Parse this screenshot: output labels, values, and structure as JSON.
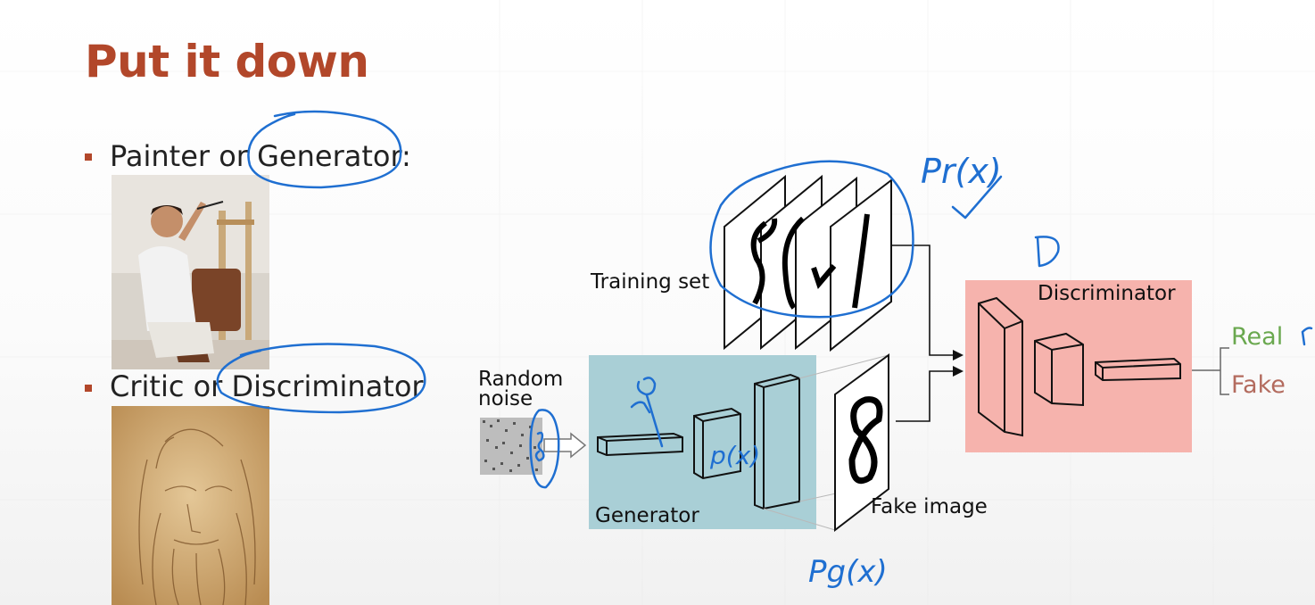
{
  "slide": {
    "title": "Put it down",
    "bullets": [
      {
        "text": "Painter or Generator:"
      },
      {
        "text": "Critic or Discriminator"
      }
    ],
    "accent_color": "#b2472a",
    "ink_color": "#1f6fd1"
  },
  "diagram": {
    "training_set_label": "Training set",
    "random_noise_label": "Random noise",
    "generator_label": "Generator",
    "fake_image_label": "Fake image",
    "discriminator_label": "Discriminator",
    "output_real": "Real",
    "output_fake": "Fake",
    "generator_color": "#a9cfd6",
    "discriminator_color": "#f6b3ad",
    "real_color": "#6aa84f",
    "fake_color": "#b36b5e"
  },
  "annotations": {
    "pr": "Pr(x)",
    "pg": "Pg(x)",
    "pg_gen": "p(x)",
    "d": "D"
  }
}
